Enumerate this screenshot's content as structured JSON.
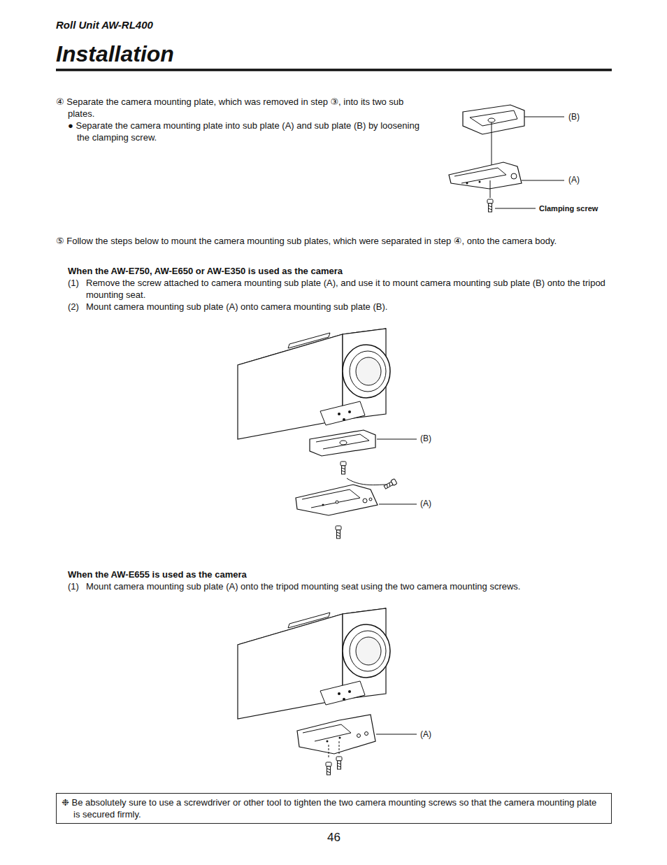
{
  "diagram": {
    "title": "Installation",
    "nodes": [
      {
        "text": [
          "❉ Be absolutely sure to use a screwdriver or other tool to tighten the two camera mounting screws so that the camera mounting plate is secured firmly."
        ]
      }
    ],
    "labels": [
      "Roll Unit AW-RL400",
      "④ Separate the camera mounting plate, which was removed in step ③, into its two sub plates.",
      "● Separate the camera mounting plate into sub plate (A) and sub plate (B) by loosening the clamping screw.",
      "(B)",
      "(A)",
      "Clamping screw",
      "⑤ Follow the steps below to mount the camera mounting sub plates, which were separated in step ④, onto the camera body.",
      "When the AW-E750, AW-E650 or AW-E350 is used as the camera",
      "(1)",
      "Remove the screw attached to camera mounting sub plate (A), and use it to mount camera mounting sub plate (B) onto the tripod mounting seat.",
      "(2)",
      "Mount camera mounting sub plate (A) onto camera mounting sub plate (B).",
      "(B)",
      "(A)",
      "When the AW-E655 is used as the camera",
      "(1)",
      "Mount camera mounting sub plate (A) onto the tripod mounting seat using the two camera mounting screws.",
      "(A)",
      "46"
    ]
  }
}
